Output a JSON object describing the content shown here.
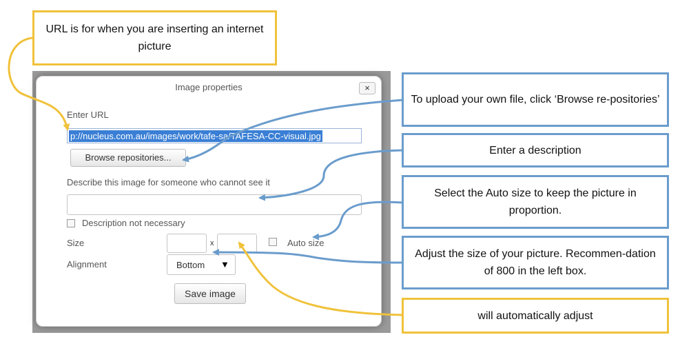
{
  "dialog": {
    "title": "Image properties",
    "close_label": "×",
    "url_label": "Enter URL",
    "url_value": "p://nucleus.com.au/images/work/tafe-sa/TAFESA-CC-visual.jpg",
    "browse_label": "Browse repositories...",
    "describe_label": "Describe this image for someone who cannot see it",
    "description_value": "",
    "desc_not_necessary_label": "Description not necessary",
    "size_label": "Size",
    "size_separator": "x",
    "width_value": "",
    "height_value": "",
    "auto_size_label": "Auto size",
    "alignment_label": "Alignment",
    "alignment_value": "Bottom",
    "save_label": "Save image"
  },
  "callouts": {
    "url": "URL is for when you are inserting an internet picture",
    "browse": "To upload your own file, click ‘Browse re-positories’",
    "description": "Enter a description",
    "auto_size": "Select the Auto size to keep the picture in proportion.",
    "adjust_size": "Adjust the size of your picture. Recommen-dation of 800 in the left box.",
    "auto_adjust": "will automatically adjust"
  },
  "colors": {
    "yellow": "#f0c23a",
    "blue": "#6a9ccc",
    "selection": "#3a7fd5"
  }
}
